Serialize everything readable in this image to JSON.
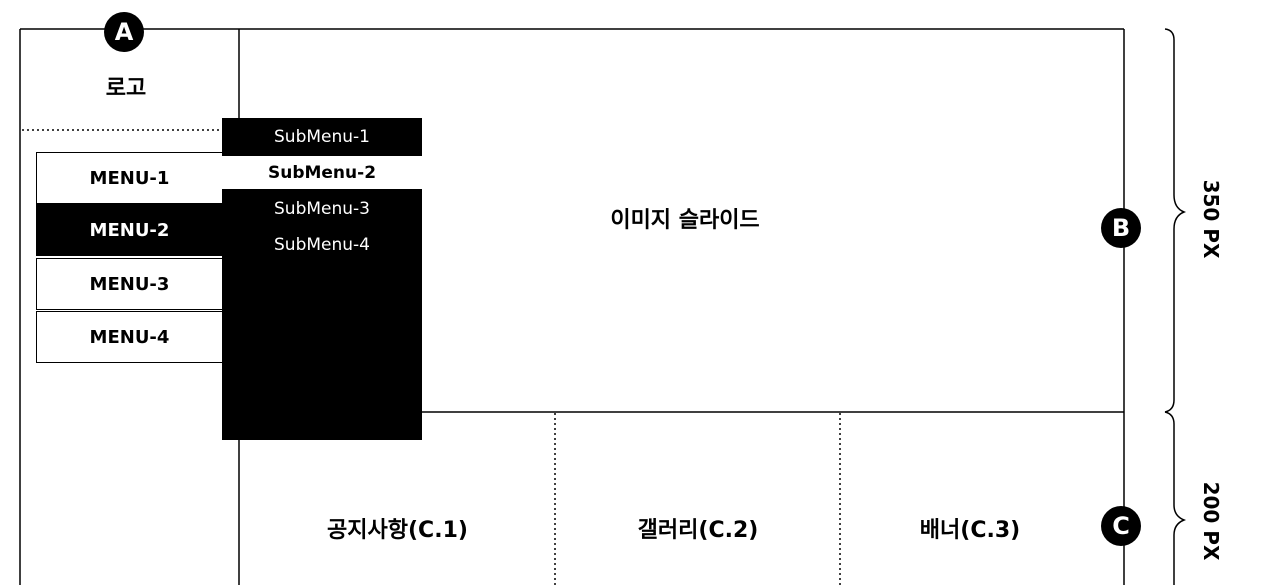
{
  "logo": {
    "label": "로고"
  },
  "markers": {
    "a": "A",
    "b": "B",
    "c": "C"
  },
  "menu": {
    "items": [
      {
        "label": "MENU-1"
      },
      {
        "label": "MENU-2"
      },
      {
        "label": "MENU-3"
      },
      {
        "label": "MENU-4"
      }
    ],
    "active_index": 1
  },
  "submenu": {
    "items": [
      {
        "label": "SubMenu-1"
      },
      {
        "label": "SubMenu-2"
      },
      {
        "label": "SubMenu-3"
      },
      {
        "label": "SubMenu-4"
      }
    ],
    "active_index": 1
  },
  "main": {
    "slider_label": "이미지 슬라이드"
  },
  "content": {
    "sections": [
      {
        "label": "공지사항(C.1)"
      },
      {
        "label": "갤러리(C.2)"
      },
      {
        "label": "배너(C.3)"
      }
    ]
  },
  "dimensions": {
    "top_height": "350 PX",
    "bottom_height": "200 PX"
  },
  "colors": {
    "line": "#000000",
    "background": "#ffffff"
  }
}
